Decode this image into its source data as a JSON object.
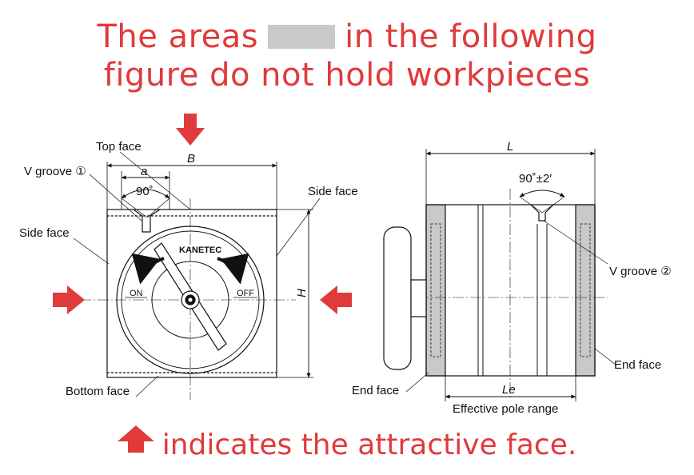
{
  "headline": {
    "line1_before": "The areas",
    "line1_after": "in the following",
    "line2": "figure do not hold workpieces"
  },
  "footer": {
    "text": "indicates the attractive face."
  },
  "left_view": {
    "dim_width": "B",
    "dim_height": "H",
    "dim_a": "a",
    "angle": "90˚",
    "brand": "KANETEC",
    "on_label": "ON",
    "off_label": "OFF",
    "labels": {
      "top_face": "Top face",
      "v_groove_1": "V groove ①",
      "side_face_left": "Side face",
      "side_face_right": "Side face",
      "bottom_face": "Bottom face"
    }
  },
  "right_view": {
    "dim_length": "L",
    "dim_le": "Le",
    "angle": "90˚±2′",
    "labels": {
      "v_groove_2": "V groove ②",
      "end_face_left": "End face",
      "end_face_right": "End face",
      "effective_pole_range": "Effective pole range"
    }
  },
  "colors": {
    "accent_red": "#e03a3a",
    "nonholding_gray": "#c9c9c9",
    "line": "#111111"
  }
}
